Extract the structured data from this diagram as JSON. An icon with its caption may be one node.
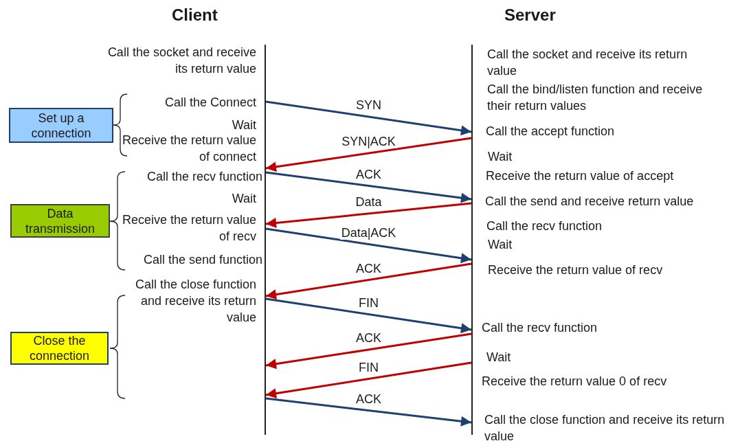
{
  "diagram": {
    "nodes": [
      {
        "text": [
          "Client"
        ]
      },
      {
        "text": [
          "Server"
        ]
      },
      {
        "text": [
          "Set up a connection"
        ]
      },
      {
        "text": [
          "Data transmission"
        ]
      },
      {
        "text": [
          "Close the connection"
        ]
      }
    ],
    "edges": [
      {
        "from": 0,
        "to": 1,
        "arrow": "to",
        "label": "SYN",
        "color": "#1f3f6e"
      },
      {
        "from": 1,
        "to": 0,
        "arrow": "to",
        "label": "SYN|ACK",
        "color": "#c00000"
      },
      {
        "from": 0,
        "to": 1,
        "arrow": "to",
        "label": "ACK",
        "color": "#1f3f6e"
      },
      {
        "from": 1,
        "to": 0,
        "arrow": "to",
        "label": "Data",
        "color": "#c00000"
      },
      {
        "from": 0,
        "to": 1,
        "arrow": "to",
        "label": "Data|ACK",
        "color": "#1f3f6e"
      },
      {
        "from": 1,
        "to": 0,
        "arrow": "to",
        "label": "ACK",
        "color": "#c00000"
      },
      {
        "from": 0,
        "to": 1,
        "arrow": "to",
        "label": "FIN",
        "color": "#1f3f6e"
      },
      {
        "from": 1,
        "to": 0,
        "arrow": "to",
        "label": "ACK",
        "color": "#c00000"
      },
      {
        "from": 1,
        "to": 0,
        "arrow": "to",
        "label": "FIN",
        "color": "#c00000"
      },
      {
        "from": 0,
        "to": 1,
        "arrow": "to",
        "label": "ACK",
        "color": "#1f3f6e"
      }
    ],
    "labels": [
      "Call the socket and receive its return value",
      "Call the Connect",
      "Wait",
      "Receive the return value of connect",
      "Call the recv function",
      "Wait",
      "Receive the return value of recv",
      "Call the send function",
      "Call the close function and receive its return value",
      "Call the socket and receive its return value",
      "Call the bind/listen function and receive their return values",
      "Call the accept function",
      "Wait",
      "Receive the return value of accept",
      "Call the send and receive return value",
      "Call the recv function",
      "Wait",
      "Receive the return value of recv",
      "Call the recv function",
      "Wait",
      "Receive the return value 0 of recv",
      "Call the close function and receive its return value"
    ]
  }
}
